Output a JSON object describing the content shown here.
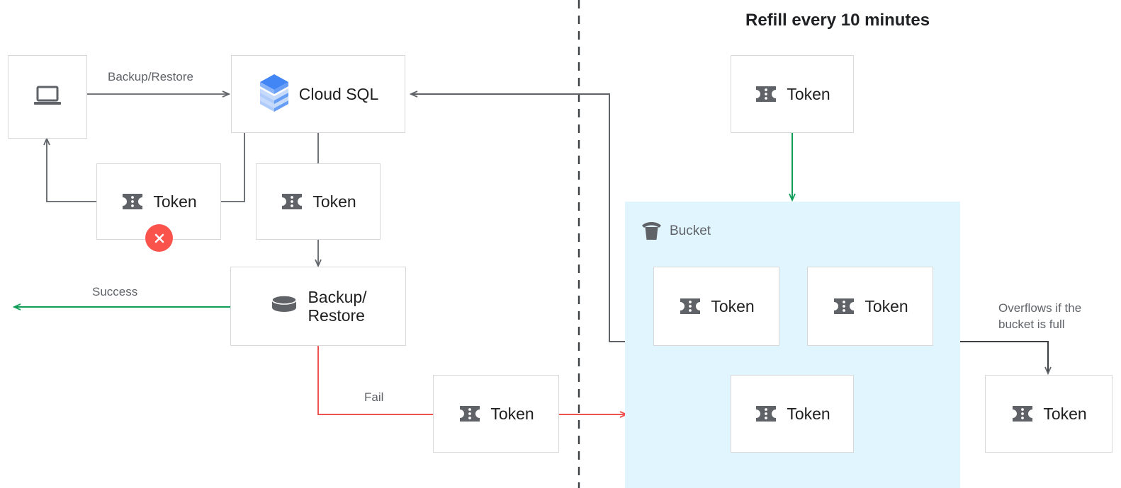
{
  "diagram": {
    "title_right": "Refill every 10 minutes",
    "colors": {
      "line_gray": "#5f6368",
      "green": "#0f9d58",
      "red": "#f9534c",
      "bucket_fill": "#e1f5fe",
      "box_border": "#d8d8d8",
      "label_gray": "#5f6368",
      "cloudsql_blue_dark": "#4285f4",
      "cloudsql_blue_mid": "#8ab4f8",
      "cloudsql_blue_light": "#c6dafc"
    },
    "edge_labels": {
      "backup_restore": "Backup/Restore",
      "success": "Success",
      "fail": "Fail",
      "overflow": "Overflows if the\nbucket is full"
    },
    "nodes": {
      "client": {
        "label": "",
        "icon": "laptop-icon"
      },
      "cloud_sql": {
        "label": "Cloud SQL",
        "icon": "cloud-sql-icon"
      },
      "token_rejected": {
        "label": "Token",
        "icon": "token-icon",
        "badge": "error-x-badge"
      },
      "token_accepted": {
        "label": "Token",
        "icon": "token-icon"
      },
      "backup_restore": {
        "label": "Backup/\nRestore",
        "icon": "database-icon"
      },
      "token_fail": {
        "label": "Token",
        "icon": "token-icon"
      },
      "token_refill": {
        "label": "Token",
        "icon": "token-icon"
      },
      "token_bucket_1": {
        "label": "Token",
        "icon": "token-icon"
      },
      "token_bucket_2": {
        "label": "Token",
        "icon": "token-icon"
      },
      "token_bucket_3": {
        "label": "Token",
        "icon": "token-icon"
      },
      "token_overflow": {
        "label": "Token",
        "icon": "token-icon"
      }
    },
    "bucket": {
      "label": "Bucket",
      "icon": "bucket-icon"
    }
  }
}
